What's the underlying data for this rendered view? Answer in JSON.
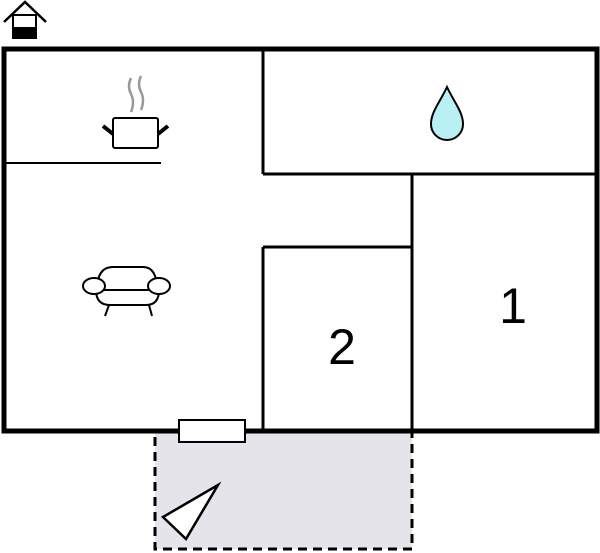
{
  "rooms": [
    {
      "label": "1",
      "type": "bedroom"
    },
    {
      "label": "2",
      "type": "bedroom"
    }
  ],
  "icons": {
    "house": "house-icon",
    "kitchen": "cooking-pot-icon",
    "bathroom": "water-drop-icon",
    "living": "armchair-icon",
    "terrace": "compass-pointer-icon"
  },
  "colors": {
    "wall": "#000000",
    "terrace_fill": "#e4e4ea",
    "water_drop": "#b8f0f4",
    "steam": "#999999"
  }
}
